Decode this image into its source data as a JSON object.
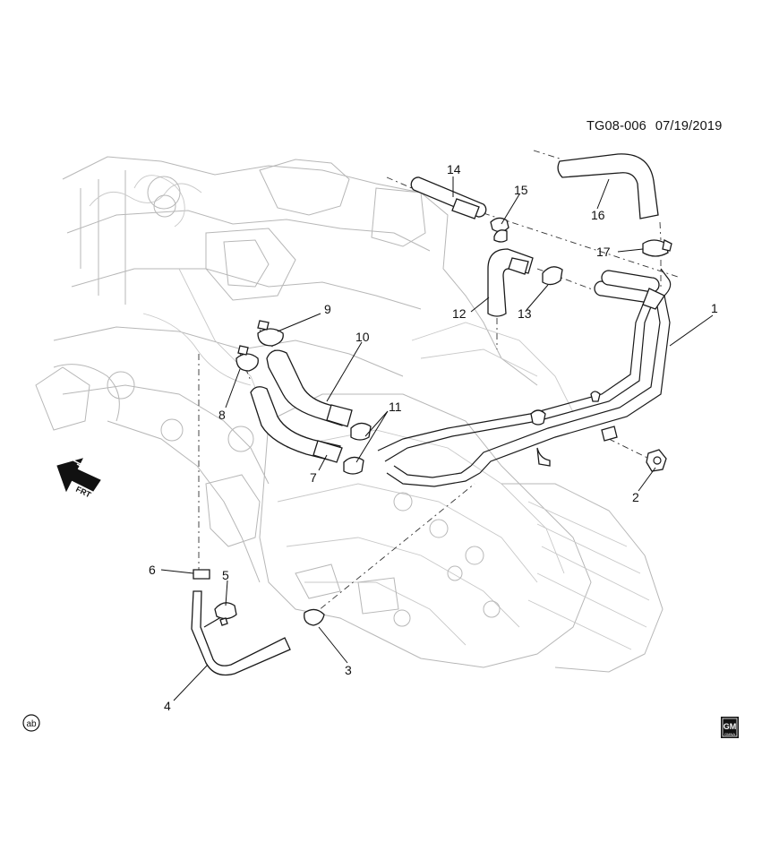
{
  "header": {
    "drawing_code": "TG08-006",
    "date": "07/19/2019"
  },
  "callouts": [
    "1",
    "2",
    "3",
    "4",
    "5",
    "6",
    "7",
    "8",
    "9",
    "10",
    "11",
    "12",
    "13",
    "14",
    "15",
    "16",
    "17"
  ],
  "direction_arrow": {
    "label": "FRT",
    "icon": "front-direction-arrow-icon"
  },
  "corner_marks": {
    "left": {
      "text": "ab",
      "icon": "circled-ab-icon"
    },
    "right": {
      "brand": "GM",
      "sub": "GMNA",
      "icon": "gm-logo-icon"
    }
  },
  "colors": {
    "lines": "#1a1a1a",
    "background_art": "#b7b7b7",
    "paper": "#ffffff"
  }
}
